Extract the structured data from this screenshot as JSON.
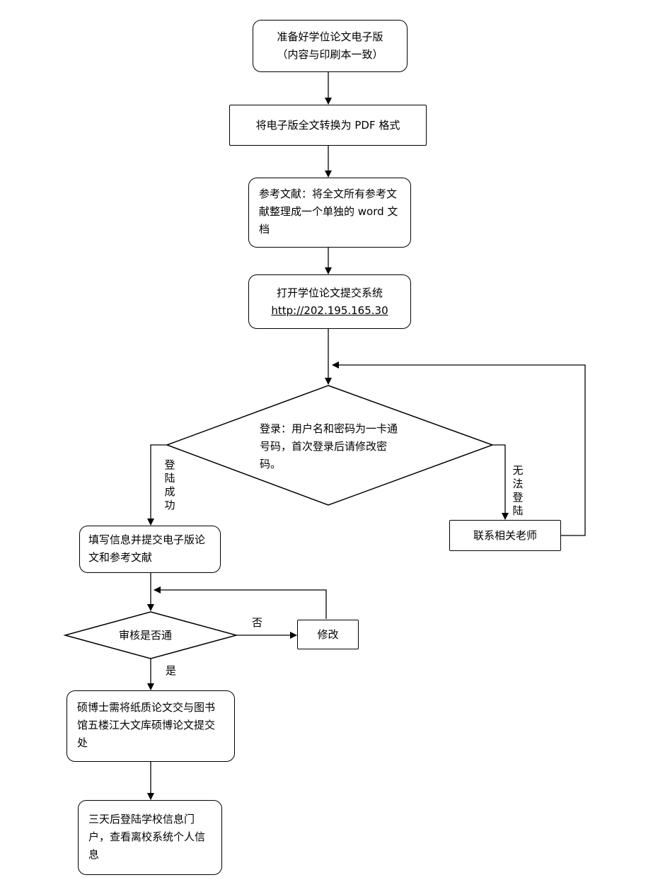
{
  "steps": {
    "prepare": {
      "line1": "准备好学位论文电子版",
      "line2": "（内容与印刷本一致）"
    },
    "convert": {
      "text": "将电子版全文转换为 PDF 格式"
    },
    "refs": {
      "text": "参考文献：将全文所有参考文献整理成一个单独的 word 文档"
    },
    "open_system": {
      "line1": "打开学位论文提交系统",
      "url": "http://202.195.165.30"
    },
    "login": {
      "text": "登录：用户名和密码为一卡通号码，首次登录后请修改密码。"
    },
    "contact": {
      "text": "联系相关老师"
    },
    "fill": {
      "text": "填写信息并提交电子版论文和参考文献"
    },
    "review": {
      "text": "审核是否通"
    },
    "modify": {
      "text": "修改"
    },
    "paper_submit": {
      "text": "硕博士需将纸质论文交与图书馆五楼江大文库硕博论文提交处"
    },
    "check": {
      "text": "三天后登陆学校信息门户，查看离校系统个人信息"
    }
  },
  "edges": {
    "login_success": "登陆成功",
    "login_fail": "无法登陆",
    "review_no": "否",
    "review_yes": "是"
  }
}
